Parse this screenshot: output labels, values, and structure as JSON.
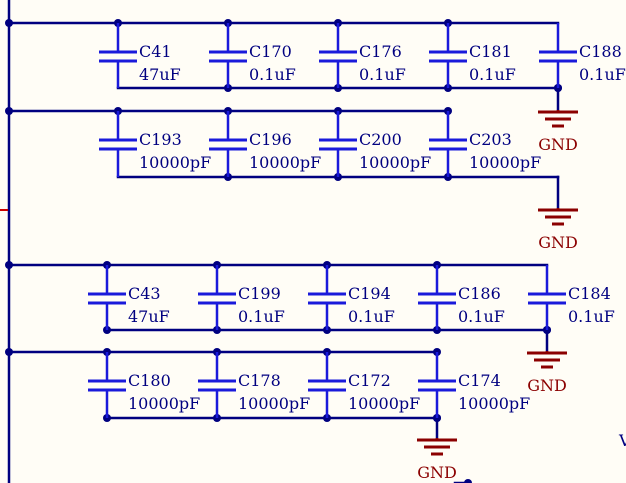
{
  "colors": {
    "background": "#fffdf6",
    "wire": "#000080",
    "capacitor": "#1a1adb",
    "ground": "#8b0000",
    "power_stub": "#cc0000",
    "label_text": "#000080",
    "ground_text": "#8b0000"
  },
  "rows": [
    {
      "caps": [
        {
          "ref": "C41",
          "value": "47uF"
        },
        {
          "ref": "C170",
          "value": "0.1uF"
        },
        {
          "ref": "C176",
          "value": "0.1uF"
        },
        {
          "ref": "C181",
          "value": "0.1uF"
        },
        {
          "ref": "C188",
          "value": "0.1uF"
        }
      ],
      "ground_label": "GND"
    },
    {
      "caps": [
        {
          "ref": "C193",
          "value": "10000pF"
        },
        {
          "ref": "C196",
          "value": "10000pF"
        },
        {
          "ref": "C200",
          "value": "10000pF"
        },
        {
          "ref": "C203",
          "value": "10000pF"
        }
      ],
      "ground_label": "GND"
    },
    {
      "caps": [
        {
          "ref": "C43",
          "value": "47uF"
        },
        {
          "ref": "C199",
          "value": "0.1uF"
        },
        {
          "ref": "C194",
          "value": "0.1uF"
        },
        {
          "ref": "C186",
          "value": "0.1uF"
        },
        {
          "ref": "C184",
          "value": "0.1uF"
        }
      ],
      "ground_label": "GND"
    },
    {
      "caps": [
        {
          "ref": "C180",
          "value": "10000pF"
        },
        {
          "ref": "C178",
          "value": "10000pF"
        },
        {
          "ref": "C172",
          "value": "10000pF"
        },
        {
          "ref": "C174",
          "value": "10000pF"
        }
      ],
      "ground_label": "GND"
    }
  ],
  "edge_text": "V"
}
